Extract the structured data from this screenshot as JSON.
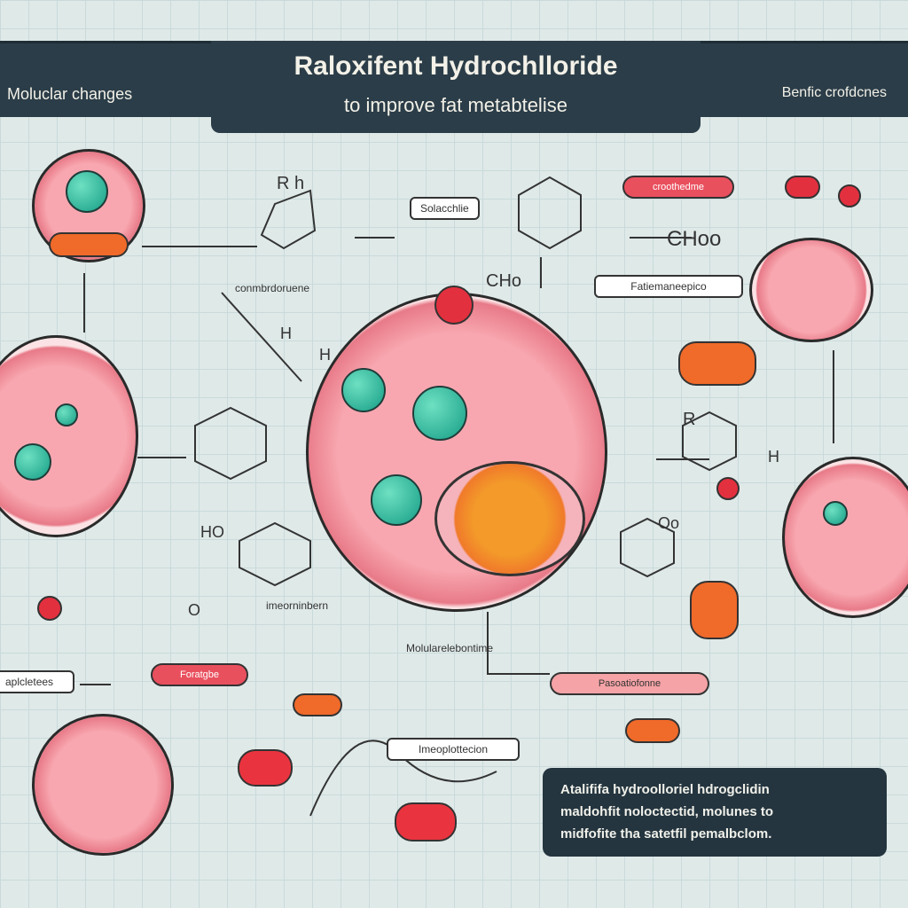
{
  "header": {
    "title": "Raloxifent Hydrochlloride",
    "subtitle": "to improve fat metabtelise",
    "left_label": "Moluclar changes",
    "right_label": "Benfic crofdcnes"
  },
  "labels": {
    "solacchlie": "Solacchlie",
    "croothedme": "croothedme",
    "choo": "CHoo",
    "fati": "Fatiemaneepico",
    "conmbr": "conmbrdoruene",
    "imeorn": "imeorninbern",
    "molular": "Molularelebontime",
    "foratgbe": "Foratgbe",
    "aplcletees": "aplcletees",
    "pasoat": "Pasoatiofonne",
    "imeoplot": "Imeoplottecion",
    "rh": "R h",
    "ch": "CHo",
    "h1": "H",
    "h2": "H",
    "ra": "R",
    "hh": "H",
    "nh": "HO",
    "ao": "O",
    "oo": "Oo"
  },
  "infobox": {
    "lines": [
      "Atalififa hydroolloriel hdrogclidin",
      "maldohfit noloctectid, molunes to",
      "midfofite tha satetfil pemalbclom."
    ]
  },
  "colors": {
    "banner": "#2b3d48",
    "cell": "#f8a7b0",
    "nucleus": "#159d85",
    "capsule": "#f06a2a",
    "pill": "#e9505e"
  }
}
